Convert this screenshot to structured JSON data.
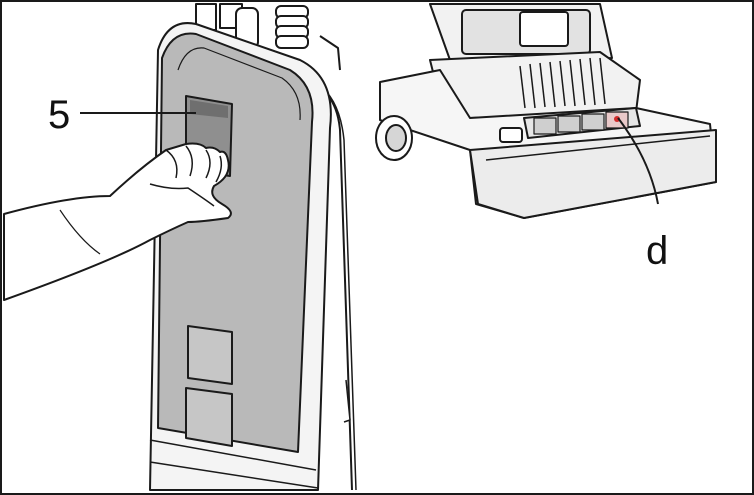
{
  "figure": {
    "callouts": [
      {
        "id": "5",
        "label": "5"
      },
      {
        "id": "d",
        "label": "d"
      }
    ],
    "colors": {
      "stroke": "#1a1a1a",
      "panel_fill": "#b9b9b9",
      "window_fill": "#8f8f8f",
      "body_fill": "#f4f4f4",
      "accent_red": "#d22a2a"
    }
  }
}
